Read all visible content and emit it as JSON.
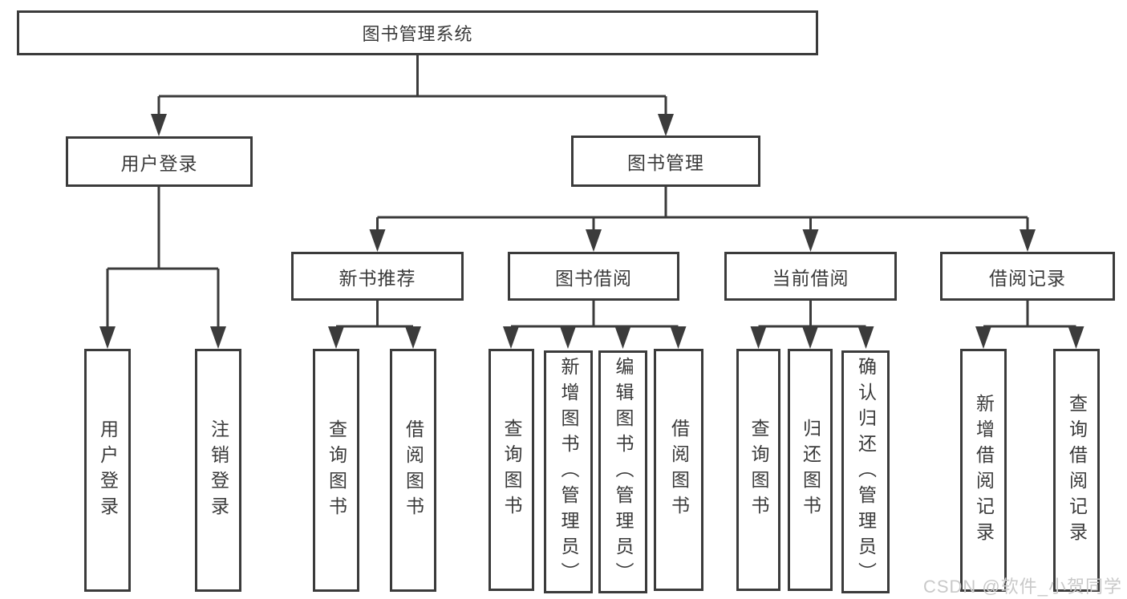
{
  "colors": {
    "background": "#ffffff",
    "line": "#3b3b3b",
    "box_border": "#3b3b3b",
    "text": "#3a3a3a",
    "watermark": "#c9c9c9"
  },
  "diagram": {
    "root": {
      "label": "图书管理系统"
    },
    "level1": [
      {
        "label": "用户登录"
      },
      {
        "label": "图书管理"
      }
    ],
    "level2": [
      {
        "label": "新书推荐"
      },
      {
        "label": "图书借阅"
      },
      {
        "label": "当前借阅"
      },
      {
        "label": "借阅记录"
      }
    ],
    "leaves": [
      {
        "label": "用户登录"
      },
      {
        "label": "注销登录"
      },
      {
        "label": "查询图书"
      },
      {
        "label": "借阅图书"
      },
      {
        "label": "查询图书"
      },
      {
        "label": "新增图书（管理员）"
      },
      {
        "label": "编辑图书（管理员）"
      },
      {
        "label": "借阅图书"
      },
      {
        "label": "查询图书"
      },
      {
        "label": "归还图书"
      },
      {
        "label": "确认归还（管理员）"
      },
      {
        "label": "新增借阅记录"
      },
      {
        "label": "查询借阅记录"
      }
    ]
  },
  "watermark": {
    "text": "CSDN @软件_小贺同学"
  }
}
